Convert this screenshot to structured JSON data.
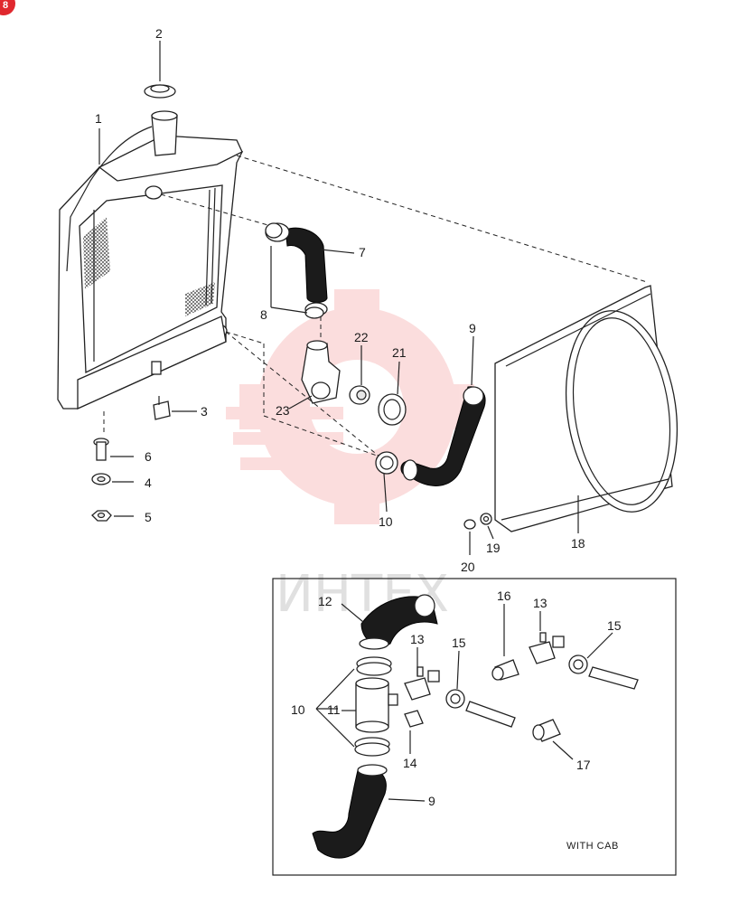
{
  "corner_badge": "8",
  "watermark": "ИНТЕХ",
  "callouts": {
    "c1": "1",
    "c2": "2",
    "c3": "3",
    "c4": "4",
    "c5": "5",
    "c6": "6",
    "c7": "7",
    "c8": "8",
    "c9": "9",
    "c10": "10",
    "c18": "18",
    "c19": "19",
    "c20": "20",
    "c21": "21",
    "c22": "22",
    "c23": "23"
  },
  "inset": {
    "title": "WITH CAB",
    "callouts": {
      "c9": "9",
      "c10": "10",
      "c11": "11",
      "c12": "12",
      "c13a": "13",
      "c13b": "13",
      "c14": "14",
      "c15a": "15",
      "c15b": "15",
      "c16": "16",
      "c17": "17"
    }
  },
  "colors": {
    "hose": "#1b1b1b",
    "watermark": "#f5a0a0",
    "badge": "#e0282e"
  }
}
